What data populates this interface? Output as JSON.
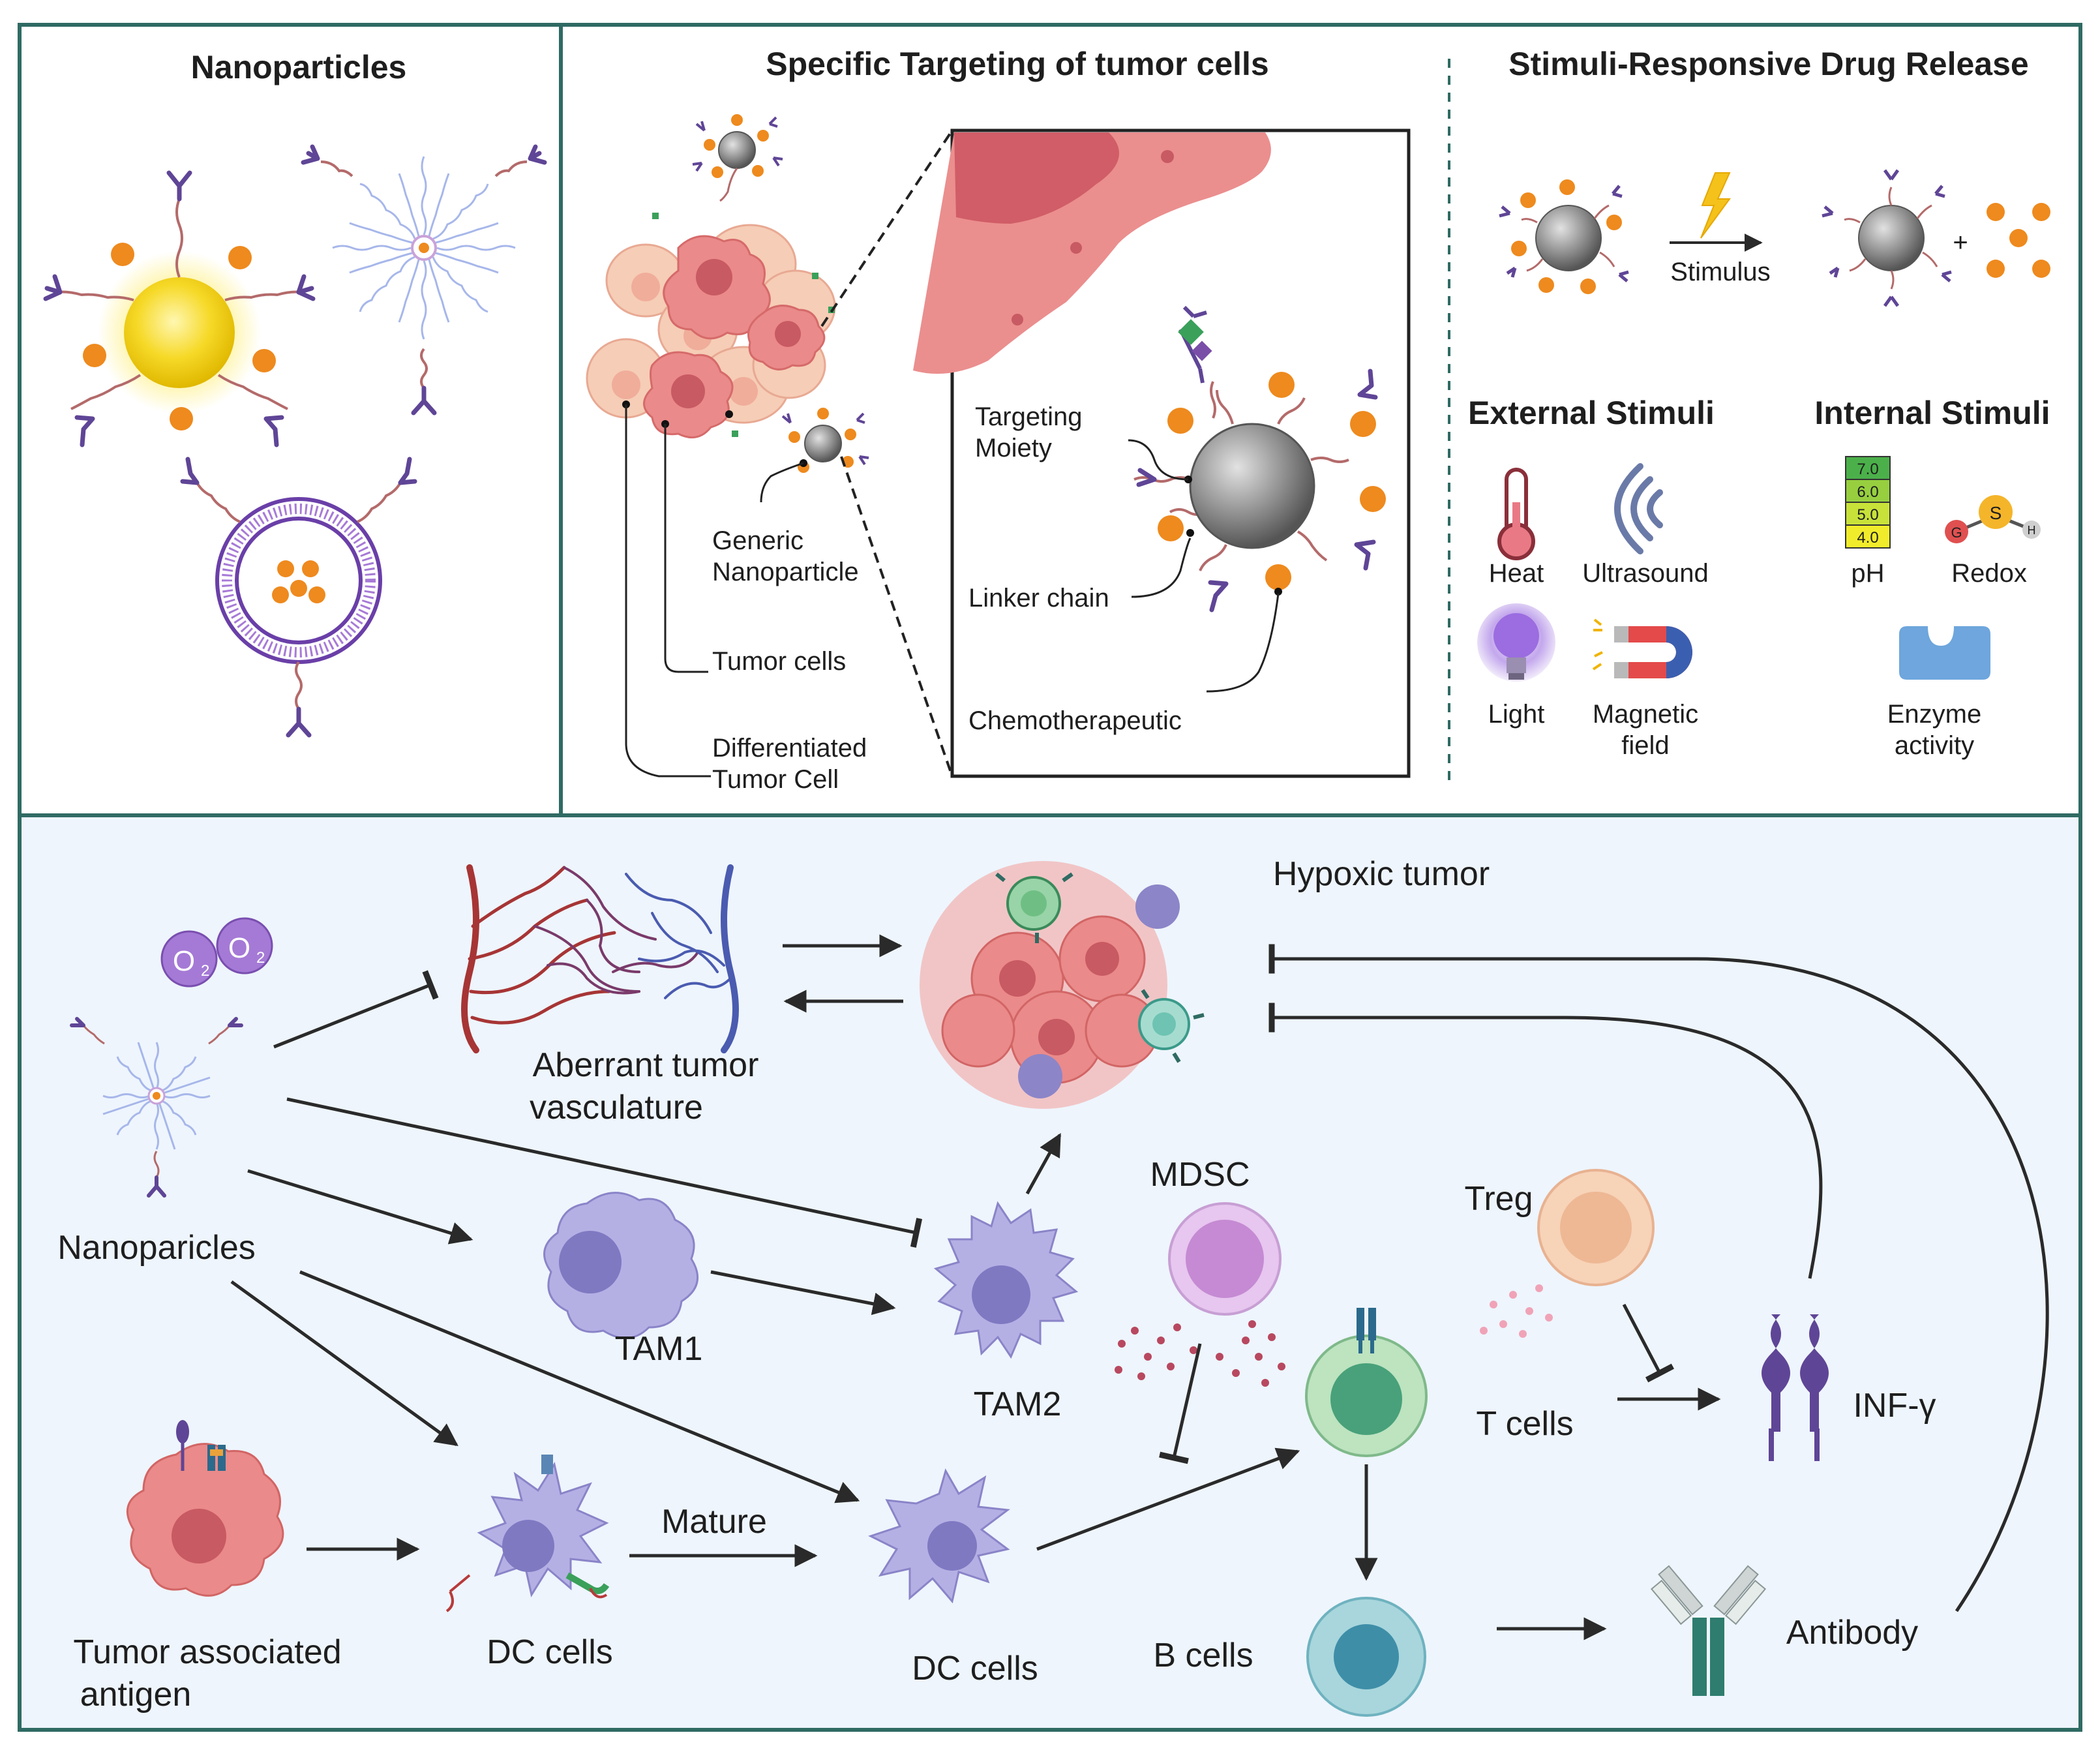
{
  "panels": {
    "nanoparticles": {
      "title": "Nanoparticles"
    },
    "targeting": {
      "title": "Specific Targeting of tumor cells",
      "labels": {
        "targeting_moiety_1": "Targeting",
        "targeting_moiety_2": "Moiety",
        "generic_np_1": "Generic",
        "generic_np_2": "Nanoparticle",
        "linker": "Linker chain",
        "tumor_cells": "Tumor cells",
        "chemo": "Chemotherapeutic",
        "diff_1": "Differentiated",
        "diff_2": "Tumor Cell"
      }
    },
    "stimuli": {
      "title": "Stimuli-Responsive Drug Release",
      "stimulus": "Stimulus",
      "plus": "+",
      "external_title": "External Stimuli",
      "internal_title": "Internal Stimuli",
      "heat": "Heat",
      "ultrasound": "Ultrasound",
      "light": "Light",
      "magnetic_1": "Magnetic",
      "magnetic_2": "field",
      "ph": "pH",
      "redox": "Redox",
      "enzyme_1": "Enzyme",
      "enzyme_2": "activity",
      "ph_values": [
        "7.0",
        "6.0",
        "5.0",
        "4.0"
      ],
      "redox_letters": {
        "g": "G",
        "s": "S",
        "h": "H"
      }
    }
  },
  "bottom": {
    "o2": "O",
    "o2_sub": "2",
    "nanoparticles": "Nanoparicles",
    "aberrant_1": "Aberrant tumor",
    "aberrant_2": "vasculature",
    "hypoxic": "Hypoxic tumor",
    "tam1": "TAM1",
    "tam2": "TAM2",
    "mdsc": "MDSC",
    "treg": "Treg",
    "t_cells": "T cells",
    "inf": "INF-γ",
    "taa_1": "Tumor associated",
    "taa_2": "antigen",
    "dc1": "DC cells",
    "mature": "Mature",
    "dc2": "DC cells",
    "b_cells": "B cells",
    "antibody": "Antibody"
  },
  "colors": {
    "frame": "#2f6b63",
    "bottom_bg": "#eef5fd",
    "drug": "#ee8a1e",
    "ligand": "#5f4596",
    "linker": "#b46a6a",
    "tumor": "#e57a7a",
    "immune": "#a9a4dc",
    "arrow": "#2a2a2a"
  }
}
